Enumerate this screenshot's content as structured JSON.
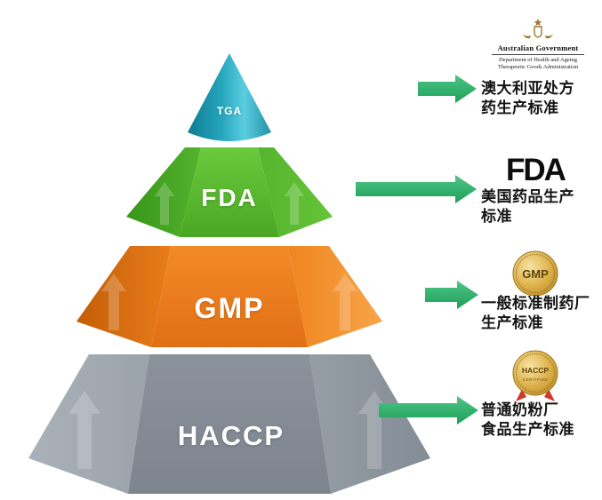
{
  "pyramid": {
    "tiers": [
      {
        "id": "tga",
        "label": "TGA",
        "color": "#2aa7bd"
      },
      {
        "id": "fda",
        "label": "FDA",
        "color": "#56b32f"
      },
      {
        "id": "gmp",
        "label": "GMP",
        "color": "#ee8125"
      },
      {
        "id": "haccp",
        "label": "HACCP",
        "color": "#878e97"
      }
    ]
  },
  "annotations": [
    {
      "id": "tga",
      "logo": "australian-government-crest",
      "logo_lines": [
        "Australian Government",
        "Department of Health and Ageing",
        "Therapeutic Goods Administration"
      ],
      "text_lines": [
        "澳大利亚处方",
        "药生产标准"
      ]
    },
    {
      "id": "fda",
      "logo": "FDA",
      "text_lines": [
        "美国药品生产",
        "标准"
      ]
    },
    {
      "id": "gmp",
      "logo": "GMP",
      "text_lines": [
        "一般标准制药厂",
        "生产标准"
      ]
    },
    {
      "id": "haccp",
      "logo": "HACCP",
      "logo_sub": "CERTIFIED",
      "text_lines": [
        "普通奶粉厂",
        "食品生产标准"
      ]
    }
  ],
  "colors": {
    "arrow_green": "#2fae66",
    "badge_gold": "#d4a43c",
    "ribbon_red": "#cf3a30",
    "tga_teal": "#2aa7bd",
    "fda_green": "#56b32f",
    "gmp_orange": "#ee8125",
    "haccp_gray": "#878e97"
  }
}
